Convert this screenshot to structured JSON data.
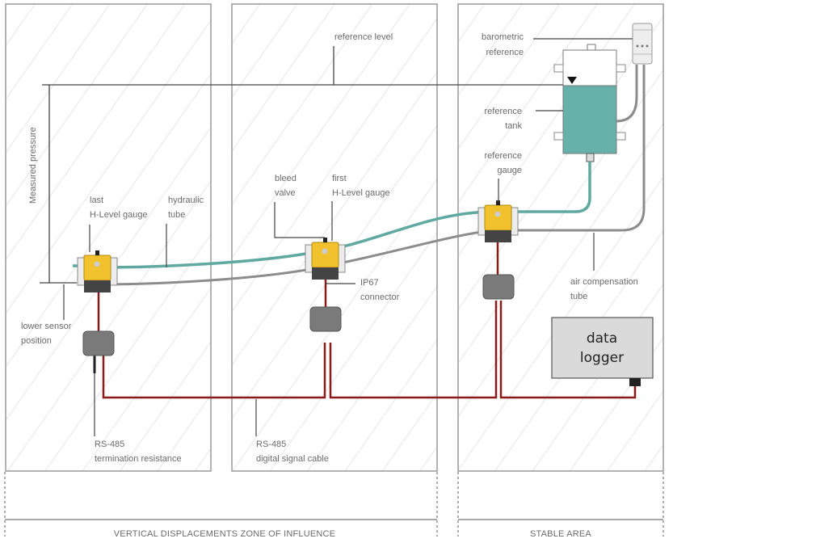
{
  "diagram": {
    "title": "Hydrostatic levelling system layout",
    "colors": {
      "hatch": "#cfcfcf",
      "frame": "#8a8a8a",
      "hydraulic_tube": "#5fa9a0",
      "air_tube": "#8c8c8c",
      "signal_cable": "#8b1a1a",
      "gauge_body": "#f2c12e",
      "tank_liquid": "#66b2aa",
      "logger_fill": "#dadada",
      "label_text": "#6b6b6b"
    },
    "labels": {
      "reference_level": "reference level",
      "barometric_reference_1": "barometric",
      "barometric_reference_2": "reference",
      "reference_tank_1": "reference",
      "reference_tank_2": "tank",
      "reference_gauge_1": "reference",
      "reference_gauge_2": "gauge",
      "measured_pressure": "Measured pressure",
      "last_gauge_1": "last",
      "last_gauge_2": "H-Level gauge",
      "hydraulic_tube_1": "hydraulic",
      "hydraulic_tube_2": "tube",
      "bleed_valve_1": "bleed",
      "bleed_valve_2": "valve",
      "first_gauge_1": "first",
      "first_gauge_2": "H-Level gauge",
      "ip67_1": "IP67",
      "ip67_2": "connector",
      "lower_sensor_1": "lower sensor",
      "lower_sensor_2": "position",
      "air_comp_1": "air compensation",
      "air_comp_2": "tube",
      "rs485_term_1": "RS-485",
      "rs485_term_2": "termination resistance",
      "rs485_cable_1": "RS-485",
      "rs485_cable_2": "digital signal cable",
      "data_logger_1": "data",
      "data_logger_2": "logger"
    },
    "zones": {
      "unstable": "VERTICAL DISPLACEMENTS ZONE OF INFLUENCE",
      "stable": "STABLE AREA"
    }
  }
}
